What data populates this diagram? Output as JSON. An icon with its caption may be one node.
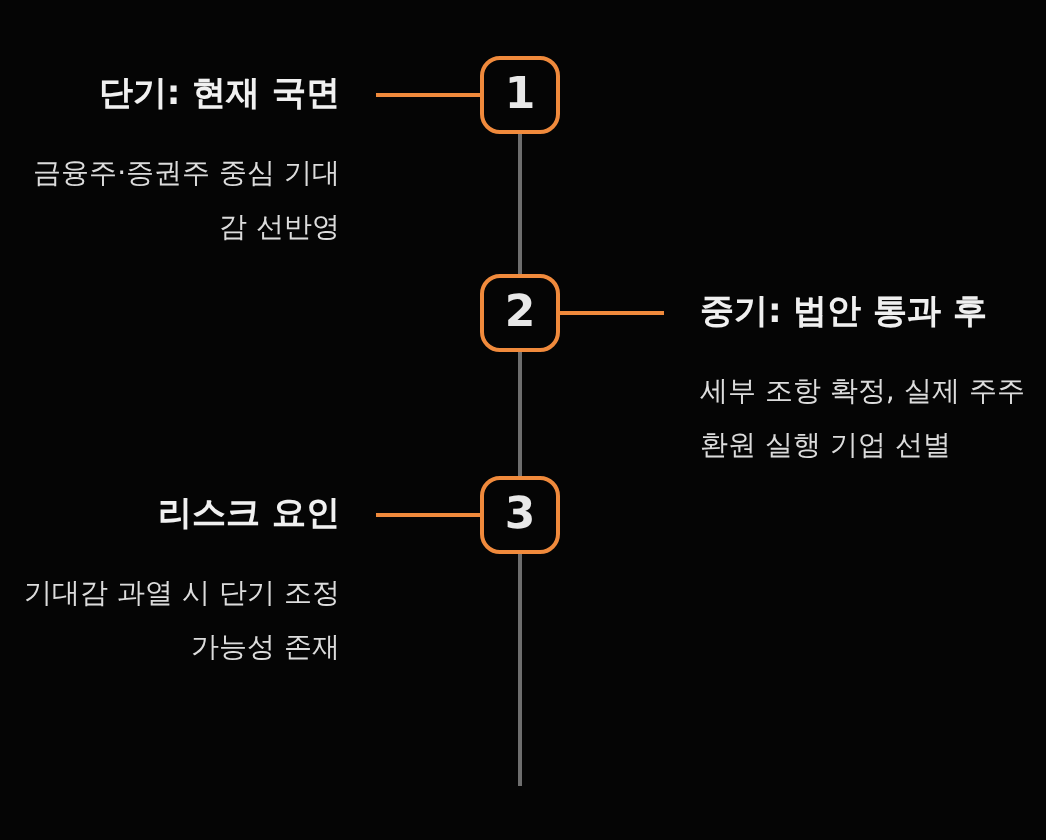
{
  "diagram": {
    "nodes": [
      {
        "text": [
          "1"
        ]
      },
      {
        "text": [
          "2"
        ]
      },
      {
        "text": [
          "3"
        ]
      },
      {
        "text": [
          "단기: 현재 국면",
          "금융주·증권주 중심 기대감 선반영"
        ]
      },
      {
        "text": [
          "중기: 법안 통과 후",
          "세부 조항 확정, 실제 주주환원 실행 기업 선별"
        ]
      },
      {
        "text": [
          "리스크 요인",
          "기대감 과열 시 단기 조정 가능성 존재"
        ]
      }
    ],
    "edges": [
      {
        "from": 3,
        "to": 0,
        "arrow": "none"
      },
      {
        "from": 1,
        "to": 4,
        "arrow": "none"
      },
      {
        "from": 5,
        "to": 2,
        "arrow": "none"
      },
      {
        "from": 0,
        "to": 1,
        "arrow": "none",
        "color": "#6e6e6e"
      },
      {
        "from": 1,
        "to": 2,
        "arrow": "none",
        "color": "#6e6e6e"
      },
      {
        "from": 2,
        "to": null,
        "arrow": "none",
        "color": "#6e6e6e"
      }
    ]
  }
}
